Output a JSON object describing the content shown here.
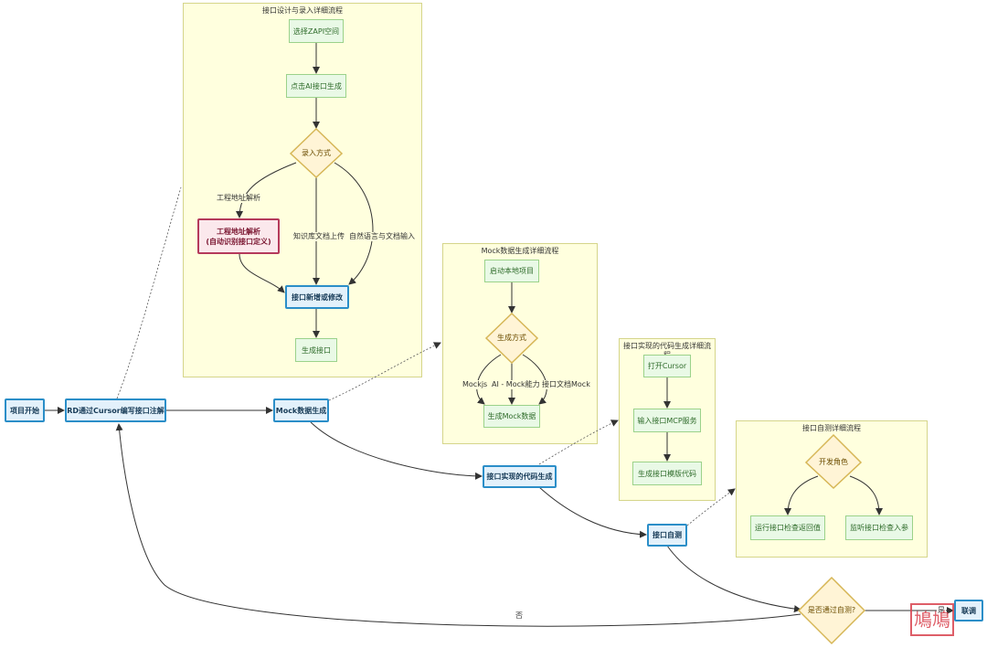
{
  "clusters": {
    "design": "接口设计与录入详细流程",
    "mock": "Mock数据生成详细流程",
    "codegen": "接口实现的代码生成详细流程",
    "selftest": "接口自测详细流程"
  },
  "nodes": {
    "start": "项目开始",
    "rd_annotate": "RD通过Cursor编写接口注解",
    "mock_gen": "Mock数据生成",
    "code_gen": "接口实现的代码生成",
    "self_test": "接口自测",
    "passed": "是否通过自测?",
    "joint": "联调",
    "select_space": "选择ZAPI空间",
    "ai_gen": "点击AI接口生成",
    "input_method": "录入方式",
    "parse_project": "工程地址解析\n(自动识别接口定义)",
    "add_modify": "接口新增或修改",
    "gen_interface": "生成接口",
    "start_local": "启动本地项目",
    "gen_method": "生成方式",
    "gen_mock_data": "生成Mock数据",
    "open_cursor": "打开Cursor",
    "input_mcp": "输入接口MCP服务",
    "gen_template": "生成接口模版代码",
    "dev_role": "开发角色",
    "run_check": "运行接口检查返回值",
    "listen_check": "监听接口检查入参"
  },
  "edge_labels": {
    "project_parse": "工程地址解析",
    "kb_upload": "知识库文档上传",
    "nl_input": "自然语言与文档输入",
    "mockjs": "Mockjs",
    "ai_mock": "AI - Mock能力",
    "doc_mock": "接口文档Mock",
    "yes": "是",
    "no": "否"
  },
  "watermark": "鳩鳩",
  "colors": {
    "cluster_fill": "#ffffde",
    "main_node_border": "#2b8ec8",
    "sub_node_border": "#9bd28a",
    "decision_border": "#d6b656",
    "highlight_border": "#b53a5b"
  }
}
